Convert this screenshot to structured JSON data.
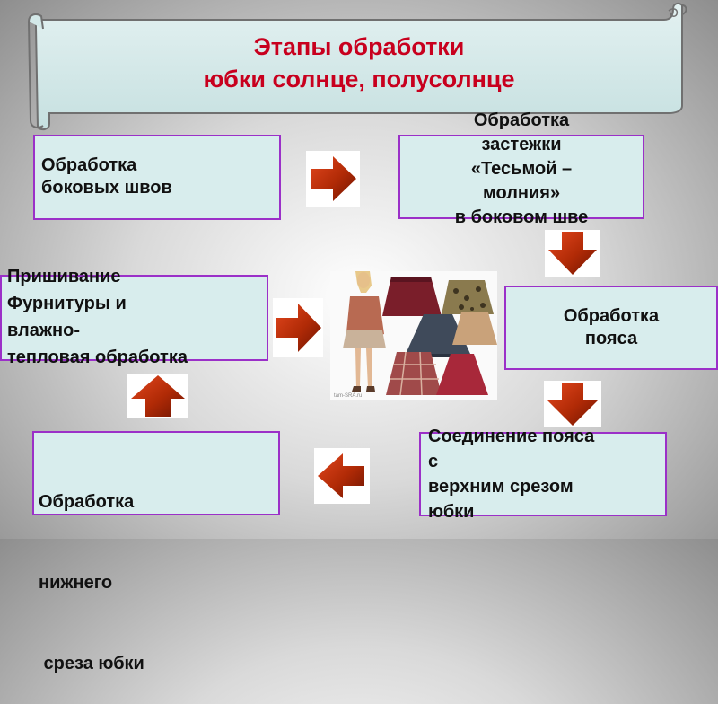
{
  "title": {
    "line1": "Этапы обработки",
    "line2": "юбки солнце, полусолнце"
  },
  "steps": {
    "side_seams": {
      "line1": "Обработка",
      "line2": "боковых швов"
    },
    "zipper": {
      "line1": "Обработка",
      "line2": "застежки",
      "line3": "«Тесьмой –",
      "line4": "молния»",
      "line5": "в боковом шве"
    },
    "waistband": {
      "line1": "Обработка",
      "line2": "пояса"
    },
    "attach_waistband": {
      "line1": "Соединение пояса",
      "line2": "с",
      "line3": "верхним срезом",
      "line4": "юбки"
    },
    "hem": {
      "line1": "Обработка",
      "line2": "нижнего",
      "line3": " среза юбки"
    },
    "fittings": {
      "line1": "Пришивание",
      "line2": "Фурнитуры и",
      "line3": "влажно-",
      "line4": "тепловая обработка"
    }
  },
  "photo": {
    "watermark": "tam-SRA.ru"
  },
  "colors": {
    "title": "#c8001e",
    "box_fill": "#d8eded",
    "box_border": "#9b30c8",
    "arrow": "#b82a05"
  }
}
